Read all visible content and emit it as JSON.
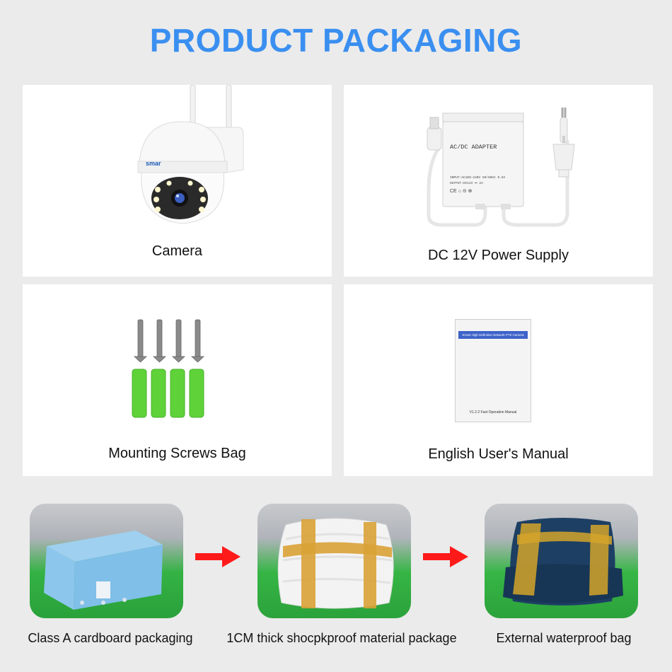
{
  "title": "PRODUCT PACKAGING",
  "items": [
    {
      "label": "Camera",
      "brand": "smar"
    },
    {
      "label": "DC 12V Power Supply",
      "adapter_title": "AC/DC ADAPTER",
      "adapter_input": "INPUT:AC100-240V 50/60Hz 0.6A",
      "adapter_output": "OUTPUT:DC12V ⎓ 2A"
    },
    {
      "label": "Mounting Screws Bag"
    },
    {
      "label": "English User's Manual",
      "manual_header": "Smart High Definition Network PTZ Camera",
      "manual_footer": "V1.2.2  Fast Operation Manual"
    }
  ],
  "steps": [
    {
      "label": "Class A cardboard packaging"
    },
    {
      "label": "1CM thick shocpkproof material package"
    },
    {
      "label": "External waterproof bag"
    }
  ],
  "colors": {
    "title": "#3a8ff0",
    "arrow": "#ff1a1a",
    "anchor_green": "#5fd23a"
  }
}
